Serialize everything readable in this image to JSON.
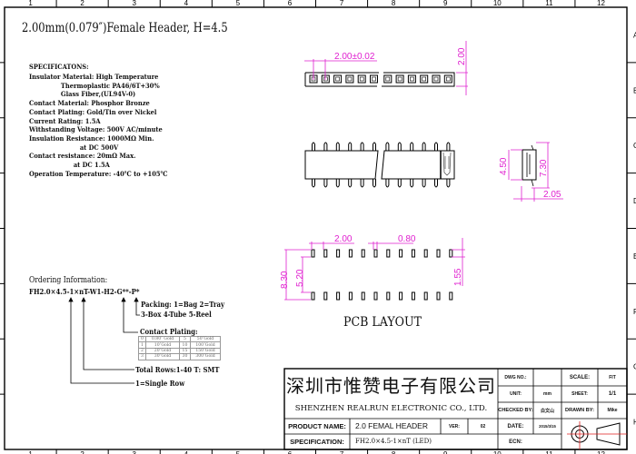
{
  "title": "2.00mm(0.079″)Female Header, H=4.5",
  "border": {
    "columns": [
      "1",
      "2",
      "3",
      "4",
      "5",
      "6",
      "7",
      "8",
      "9",
      "10",
      "11",
      "12"
    ],
    "rows": [
      "A",
      "B",
      "C",
      "D",
      "E",
      "F",
      "G",
      "H"
    ]
  },
  "specifications": {
    "heading": "SPECIFICATONS:",
    "lines": [
      "Insulator Material: High Temperature",
      "               Thermoplastic PA46/6T+30%",
      "               Glass Fiber,(UL94V-0)",
      "Contact Material: Phosphor Bronze",
      "Contact Plating: Gold/Tin over Nickel",
      "Current Rating: 1.5A",
      "Withstanding Voltage: 500V AC/minute",
      "Insulation Resistance: 1000MΩ Min.",
      "                        at DC 500V",
      "Contact resistance: 20mΩ Max.",
      "                     at DC 1.5A",
      "Operation Temperature: -40℃ to +105℃"
    ]
  },
  "ordering": {
    "heading": "Ordering Information:",
    "code": "FH2.0×4.5-1×nT-W1-H2-G**-P*",
    "packing_1": "Packing: 1=Bag 2=Tray",
    "packing_2": "3-Box 4-Tube 5-Reel",
    "plating_heading": "Contact Plating:",
    "plating_table": [
      [
        "0",
        "0.80″ Gold",
        "5",
        "50″Gold"
      ],
      [
        "1",
        "10″Gold",
        "10",
        "100″Gold"
      ],
      [
        "2",
        "20″Gold",
        "15",
        "150″Gold"
      ],
      [
        "3",
        "30″Gold",
        "30",
        "300″Gold"
      ]
    ],
    "total_rows": "Total Rows:1-40 T: SMT",
    "single_row": "1=Single Row"
  },
  "dimensions": {
    "pitch_top": "2.00±0.02",
    "width_top": "2.00",
    "side_height": "4.50",
    "side_total": "7.30",
    "side_offset": "2.05",
    "pcb_pitch": "2.00",
    "pcb_pad": "0.80",
    "pcb_outer": "8.30",
    "pcb_inner": "5.20",
    "pcb_pad_len": "1.55"
  },
  "pcb_label": "PCB LAYOUT",
  "title_block": {
    "company_cn": "深圳市惟赞电子有限公司",
    "company_en": "SHENZHEN REALRUN ELECTRONIC CO., LTD.",
    "dwg_no_label": "DWG NO.:",
    "dwg_no_value": "",
    "scale_label": "SCALE:",
    "scale_value": "FIT",
    "unit_label": "UNIT:",
    "unit_value": "mm",
    "sheet_label": "SHEET:",
    "sheet_value": "1/1",
    "checked_label": "CHECKED BY:",
    "checked_value": "白文山",
    "drawn_label": "DRAWN BY:",
    "drawn_value": "Mike",
    "product_label": "PRODUCT NAME:",
    "product_value": "2.0 FEMAL HEADER",
    "ver_label": "VER:",
    "ver_value": "02",
    "date_label": "DATE:",
    "date_value": "2015/3/15",
    "spec_label": "SPECIFICATION:",
    "spec_value": "FH2.0×4.5-1×nT (LED)",
    "ecn_label": "ECN:",
    "ecn_value": ""
  },
  "colors": {
    "dimension": "#e020d0",
    "projection_axis": "#e02020"
  }
}
